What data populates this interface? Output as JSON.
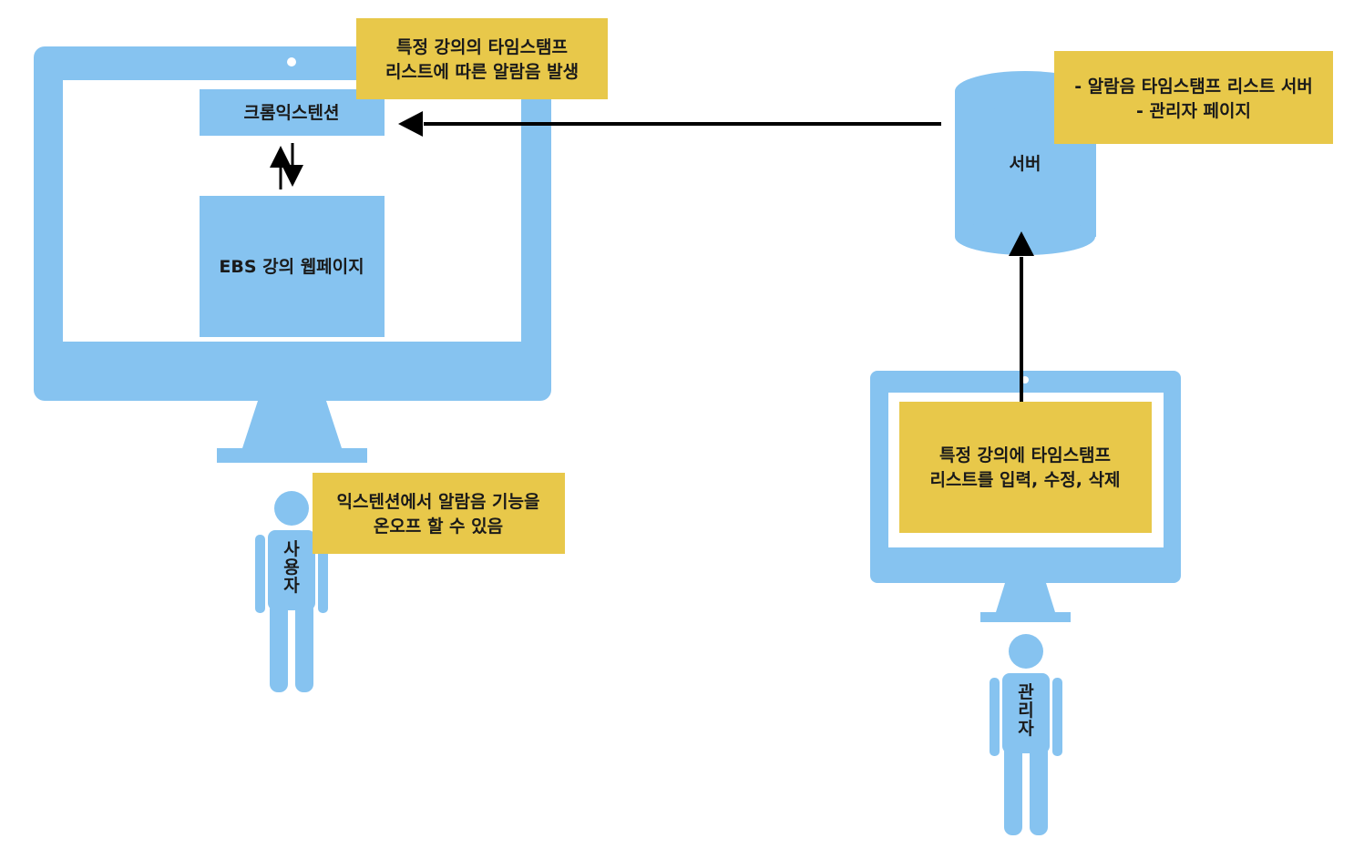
{
  "colors": {
    "monitor": "#86C3F0",
    "screen": "#FFFFFF",
    "inner_box": "#86C3F0",
    "note": "#E8C84A",
    "person": "#86C3F0",
    "arrow": "#000000",
    "text": "#1A1A1A"
  },
  "client": {
    "extension_label": "크롬익스텐션",
    "webpage_label": "EBS 강의 웹페이지",
    "note_lines": [
      "특정 강의의 타임스탬프",
      "리스트에 따른 알람음 발생"
    ],
    "user_note_lines": [
      "익스텐션에서 알람음 기능을",
      "온오프 할 수 있음"
    ],
    "user_label": [
      "사",
      "용",
      "자"
    ]
  },
  "server": {
    "label": "서버",
    "note_lines": [
      "- 알람음 타임스탬프 리스트 서버",
      "- 관리자 페이지"
    ]
  },
  "admin": {
    "screen_lines": [
      "특정 강의에 타임스탬프",
      "리스트를 입력, 수정, 삭제"
    ],
    "admin_label": [
      "관",
      "리",
      "자"
    ]
  },
  "icons": [
    "monitor-icon",
    "person-icon",
    "database-icon",
    "arrow-icon",
    "bidirectional-arrow-icon"
  ]
}
